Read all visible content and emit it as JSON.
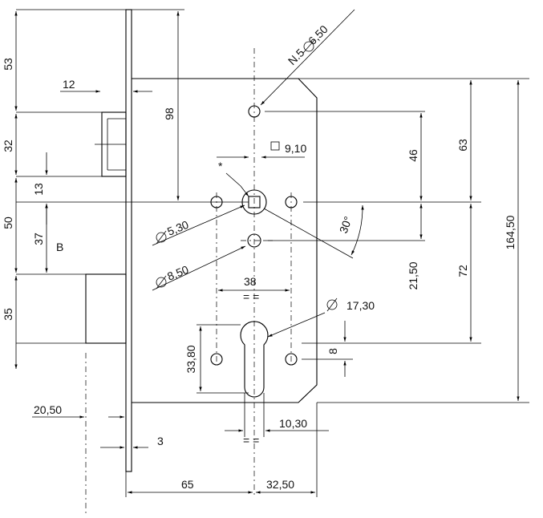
{
  "labels": {
    "d53": "53",
    "d32": "32",
    "d13": "13",
    "d50": "50",
    "d37": "37",
    "b": "B",
    "d35": "35",
    "d12": "12",
    "d98": "98",
    "d20_50": "20,50",
    "d3": "3",
    "d65": "65",
    "d32_50": "32,50",
    "screws": "N.5",
    "screw_dia": "6,50",
    "square": "9,10",
    "star": "*",
    "hole_530": "5,30",
    "hole_850": "8,50",
    "angle": "30°",
    "d38": "38",
    "eq1": "= =",
    "d17_30": "17,30",
    "d33_80": "33,80",
    "d8": "8",
    "d10_30": "10,30",
    "eq2": "= =",
    "d46": "46",
    "d21_50": "21,50",
    "d63": "63",
    "d72": "72",
    "d164_50": "164,50"
  }
}
